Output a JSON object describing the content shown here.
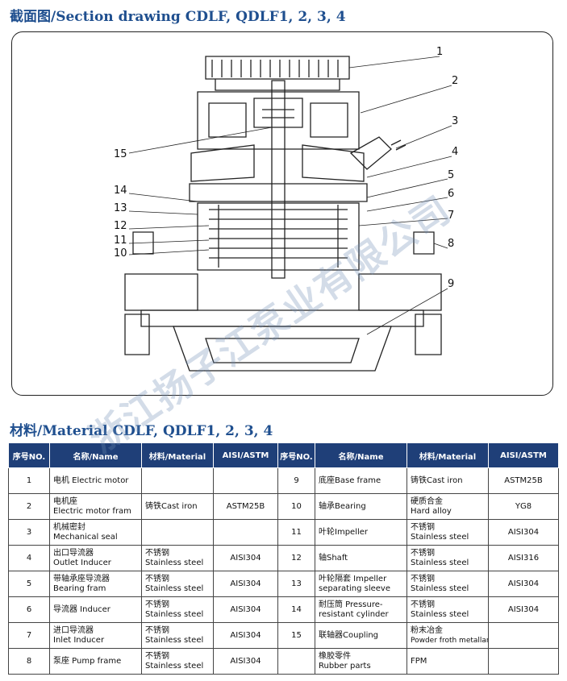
{
  "section_title": "截面图/Section drawing CDLF, QDLF1, 2, 3, 4",
  "material_title": "材料/Material CDLF, QDLF1, 2, 3, 4",
  "watermark": "浙江扬子江泵业有限公司",
  "callouts_right": [
    "1",
    "2",
    "3",
    "4",
    "5",
    "6",
    "7",
    "8",
    "9"
  ],
  "callouts_left": [
    "15",
    "14",
    "13",
    "12",
    "11",
    "10"
  ],
  "table": {
    "headers": [
      "序号NO.",
      "名称/Name",
      "材料/Material",
      "AISI/ASTM",
      "序号NO.",
      "名称/Name",
      "材料/Material",
      "AISI/ASTM"
    ],
    "rows": [
      {
        "no": "1",
        "name1": "电机 Electric motor",
        "name2": "",
        "mat1": "",
        "mat2": "",
        "aisi": "",
        "no2": "9",
        "rname1": "底座Base frame",
        "rname2": "",
        "rmat1": "铸铁Cast iron",
        "rmat2": "",
        "raisi": "ASTM25B"
      },
      {
        "no": "2",
        "name1": "电机座",
        "name2": "Electric motor fram",
        "mat1": "铸铁Cast iron",
        "mat2": "",
        "aisi": "ASTM25B",
        "no2": "10",
        "rname1": "轴承Bearing",
        "rname2": "",
        "rmat1": "硬质合金",
        "rmat2": "Hard alloy",
        "raisi": "YG8"
      },
      {
        "no": "3",
        "name1": "机械密封",
        "name2": "Mechanical seal",
        "mat1": "",
        "mat2": "",
        "aisi": "",
        "no2": "11",
        "rname1": "叶轮Impeller",
        "rname2": "",
        "rmat1": "不锈钢",
        "rmat2": "Stainless steel",
        "raisi": "AISI304"
      },
      {
        "no": "4",
        "name1": "出口导流器",
        "name2": "Outlet Inducer",
        "mat1": "不锈钢",
        "mat2": "Stainless steel",
        "aisi": "AISI304",
        "no2": "12",
        "rname1": "轴Shaft",
        "rname2": "",
        "rmat1": "不锈钢",
        "rmat2": "Stainless steel",
        "raisi": "AISI316"
      },
      {
        "no": "5",
        "name1": "带轴承座导流器",
        "name2": "Bearing fram",
        "mat1": "不锈钢",
        "mat2": "Stainless steel",
        "aisi": "AISI304",
        "no2": "13",
        "rname1": "叶轮隔套  Impeller",
        "rname2": "separating sleeve",
        "rmat1": "不锈钢",
        "rmat2": "Stainless steel",
        "raisi": "AISI304"
      },
      {
        "no": "6",
        "name1": "导流器 Inducer",
        "name2": "",
        "mat1": "不锈钢",
        "mat2": "Stainless steel",
        "aisi": "AISI304",
        "no2": "14",
        "rname1": "耐压筒  Pressure-",
        "rname2": "resistant cylinder",
        "rmat1": "不锈钢",
        "rmat2": "Stainless steel",
        "raisi": "AISI304"
      },
      {
        "no": "7",
        "name1": "进口导流器",
        "name2": "Inlet Inducer",
        "mat1": "不锈钢",
        "mat2": "Stainless steel",
        "aisi": "AISI304",
        "no2": "15",
        "rname1": "联轴器Coupling",
        "rname2": "",
        "rmat1": "粉末冶金",
        "rmat2": "Powder froth metallargy",
        "raisi": ""
      },
      {
        "no": "8",
        "name1": "泵座 Pump frame",
        "name2": "",
        "mat1": "不锈钢",
        "mat2": "Stainless steel",
        "aisi": "AISI304",
        "no2": "",
        "rname1": "橡胶零件",
        "rname2": "Rubber parts",
        "rmat1": "FPM",
        "rmat2": "",
        "raisi": ""
      }
    ]
  }
}
